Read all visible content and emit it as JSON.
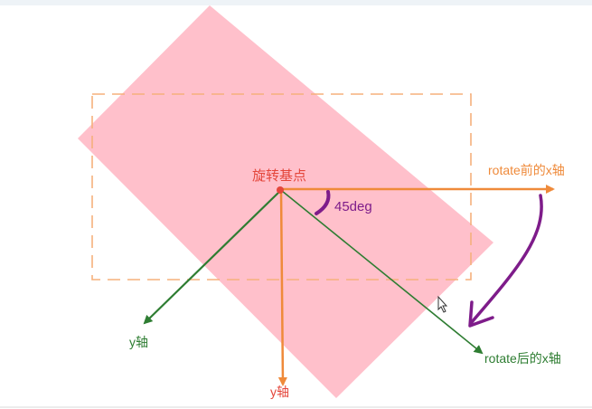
{
  "labels": {
    "pivot": "旋转基点",
    "angle": "45deg",
    "original_x_axis": "rotate前的x轴",
    "rotated_x_axis": "rotate后的x轴",
    "rotated_y_axis": "y轴",
    "original_y_axis": "y轴"
  },
  "colors": {
    "rotated_box_fill": "#ffc0cb",
    "original_box_border": "#f5b07c",
    "original_axes": "#ef8a3a",
    "rotated_axes": "#2e7d32",
    "pivot": "#e4463b",
    "annotation": "#7e1c8a",
    "top_strip": "#eef3f7"
  },
  "icons": [
    "cursor-arrow-icon"
  ]
}
